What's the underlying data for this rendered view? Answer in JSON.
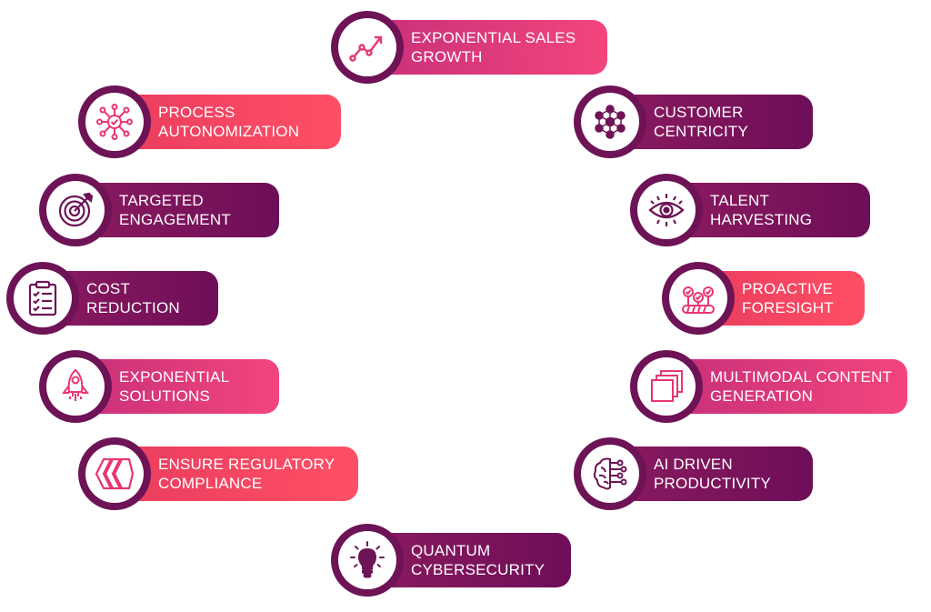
{
  "items": [
    {
      "id": "exponential-sales-growth",
      "line1": "EXPONENTIAL SALES",
      "line2": "GROWTH",
      "icon": "trend-up-icon"
    },
    {
      "id": "process-autonomization",
      "line1": "PROCESS",
      "line2": "AUTONOMIZATION",
      "icon": "network-check-icon"
    },
    {
      "id": "customer-centricity",
      "line1": "CUSTOMER",
      "line2": "CENTRICITY",
      "icon": "hexagon-cluster-icon"
    },
    {
      "id": "targeted-engagement",
      "line1": "TARGETED",
      "line2": "ENGAGEMENT",
      "icon": "target-icon"
    },
    {
      "id": "talent-harvesting",
      "line1": "TALENT HARVESTING",
      "line2": "",
      "icon": "eye-icon"
    },
    {
      "id": "cost-reduction",
      "line1": "COST",
      "line2": "REDUCTION",
      "icon": "checklist-icon"
    },
    {
      "id": "proactive-foresight",
      "line1": "PROACTIVE",
      "line2": "FORESIGHT",
      "icon": "approval-pins-icon"
    },
    {
      "id": "exponential-solutions",
      "line1": "EXPONENTIAL",
      "line2": "SOLUTIONS",
      "icon": "rocket-icon"
    },
    {
      "id": "multimodal-content-generation",
      "line1": "MULTIMODAL CONTENT",
      "line2": "GENERATION",
      "icon": "stacked-squares-icon"
    },
    {
      "id": "ensure-regulatory-compliance",
      "line1": "ENSURE REGULATORY",
      "line2": "COMPLIANCE",
      "icon": "chevron-diamonds-icon"
    },
    {
      "id": "ai-driven-productivity",
      "line1": "AI DRIVEN",
      "line2": "PRODUCTIVITY",
      "icon": "brain-circuit-icon"
    },
    {
      "id": "quantum-cybersecurity",
      "line1": "QUANTUM",
      "line2": "CYBERSECURITY",
      "icon": "lightbulb-icon"
    }
  ],
  "colors": {
    "ring": "#6d1356",
    "pink": "#f2457c",
    "coral": "#ff4f66",
    "purple": "#7a1260",
    "icon_pink": "#e8376f"
  }
}
